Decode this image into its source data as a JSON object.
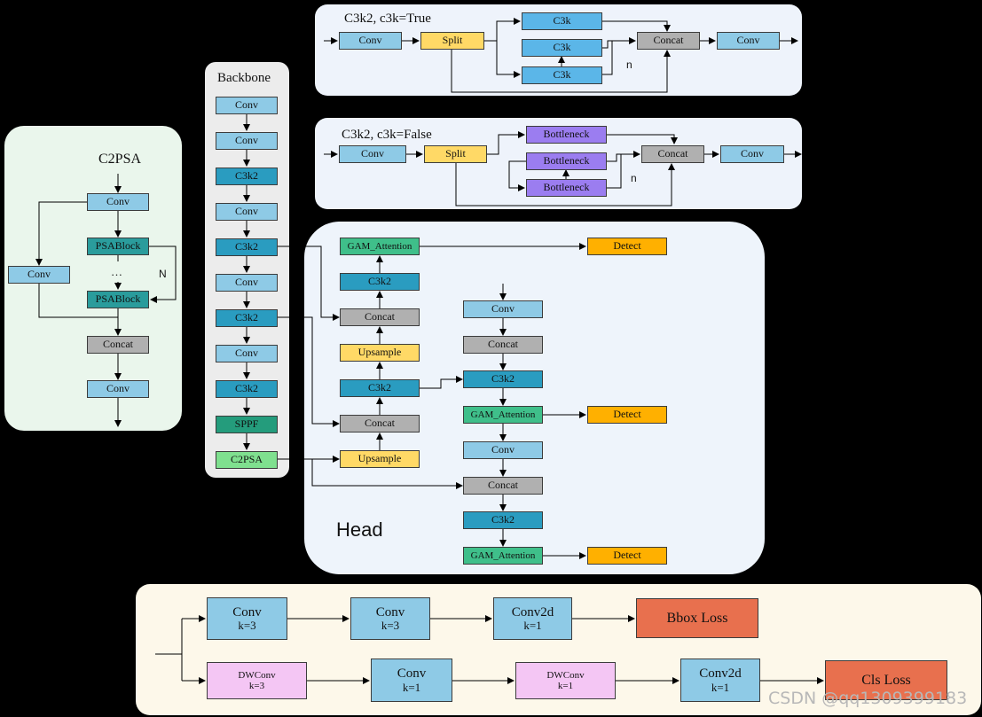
{
  "c3k2_true": {
    "title": "C3k2, c3k=True",
    "conv": "Conv",
    "split": "Split",
    "c3k_a": "C3k",
    "c3k_b": "C3k",
    "c3k_c": "C3k",
    "concat": "Concat",
    "conv_out": "Conv",
    "n": "n"
  },
  "c3k2_false": {
    "title": "C3k2, c3k=False",
    "conv": "Conv",
    "split": "Split",
    "bn_a": "Bottleneck",
    "bn_b": "Bottleneck",
    "bn_c": "Bottleneck",
    "concat": "Concat",
    "conv_out": "Conv",
    "n": "n"
  },
  "c2psa": {
    "title": "C2PSA",
    "conv_in": "Conv",
    "psa1": "PSABlock",
    "dots": "…",
    "psa2": "PSABlock",
    "conv_side": "Conv",
    "n": "N",
    "concat": "Concat",
    "conv_out": "Conv"
  },
  "backbone": {
    "title": "Backbone",
    "layers": [
      "Conv",
      "Conv",
      "C3k2",
      "Conv",
      "C3k2",
      "Conv",
      "C3k2",
      "Conv",
      "C3k2",
      "SPPF",
      "C2PSA"
    ]
  },
  "head": {
    "title": "Head",
    "gam1": "GAM_Attention",
    "c3k2_1": "C3k2",
    "concat1": "Concat",
    "upsample1": "Upsample",
    "c3k2_2": "C3k2",
    "concat2": "Concat",
    "upsample2": "Upsample",
    "conv_r1": "Conv",
    "concat_r1": "Concat",
    "c3k2_r1": "C3k2",
    "gam2": "GAM_Attention",
    "conv_r2": "Conv",
    "concat_r2": "Concat",
    "c3k2_r2": "C3k2",
    "gam3": "GAM_Attention",
    "detect1": "Detect",
    "detect2": "Detect",
    "detect3": "Detect"
  },
  "detect_head": {
    "conv1": "Conv",
    "conv1_k": "k=3",
    "conv2": "Conv",
    "conv2_k": "k=3",
    "conv2d1": "Conv2d",
    "conv2d1_k": "k=1",
    "bbox_loss": "Bbox Loss",
    "dw1": "DWConv",
    "dw1_k": "k=3",
    "conv3": "Conv",
    "conv3_k": "k=1",
    "dw2": "DWConv",
    "dw2_k": "k=1",
    "conv2d2": "Conv2d",
    "conv2d2_k": "k=1",
    "cls_loss": "Cls Loss"
  },
  "watermark": "CSDN @qq1309399183"
}
